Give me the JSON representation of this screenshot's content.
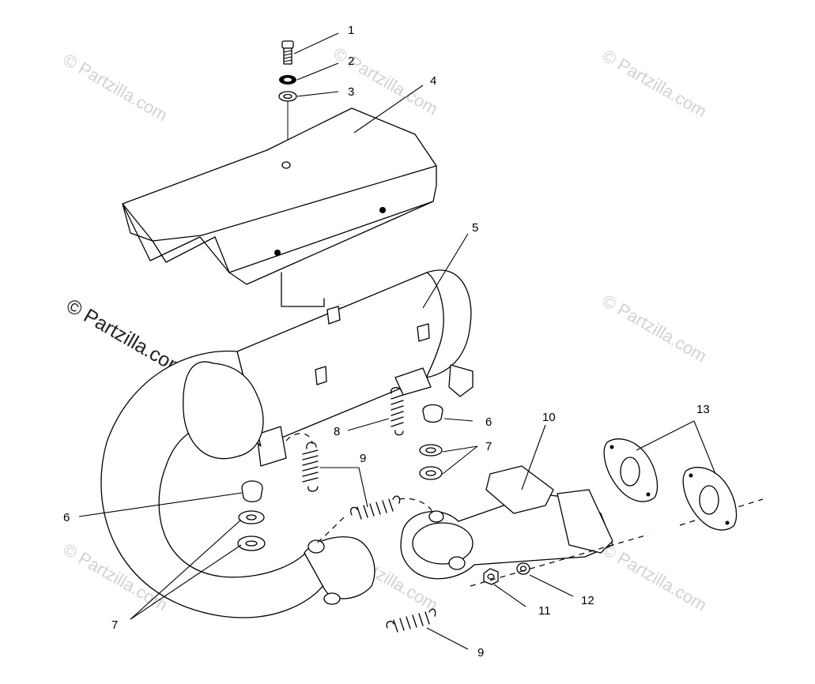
{
  "watermark": {
    "text": "© Partzilla.com"
  },
  "callouts": {
    "c1": "1",
    "c2": "2",
    "c3": "3",
    "c4": "4",
    "c5": "5",
    "c6a": "6",
    "c6b": "6",
    "c7a": "7",
    "c7b": "7",
    "c8": "8",
    "c9a": "9",
    "c9b": "9",
    "c10": "10",
    "c11": "11",
    "c12": "12",
    "c13": "13"
  }
}
